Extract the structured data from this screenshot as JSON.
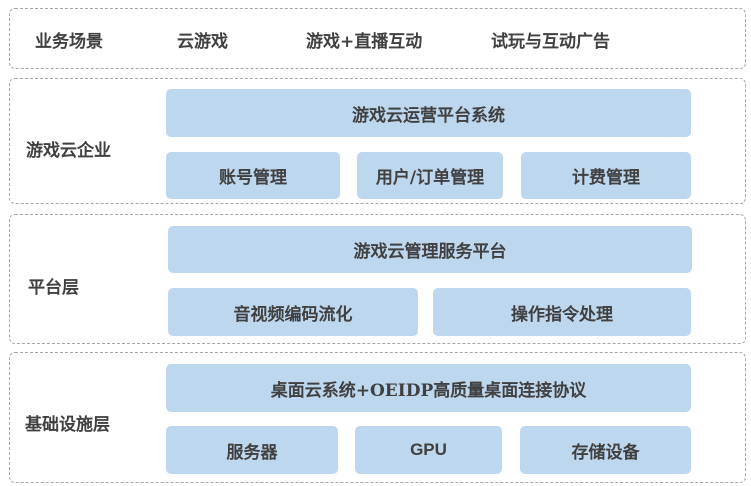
{
  "scenarios": {
    "label": "业务场景",
    "items": [
      "云游戏",
      "游戏+直播互动",
      "试玩与互动广告"
    ]
  },
  "enterprise": {
    "label": "游戏云企业",
    "main": "游戏云运营平台系统",
    "modules": [
      "账号管理",
      "用户/订单管理",
      "计费管理"
    ]
  },
  "platform": {
    "label": "平台层",
    "main": "游戏云管理服务平台",
    "modules": [
      "音视频编码流化",
      "操作指令处理"
    ]
  },
  "infrastructure": {
    "label": "基础设施层",
    "main": "桌面云系统+OEIDP高质量桌面连接协议",
    "modules": [
      "服务器",
      "GPU",
      "存储设备"
    ]
  },
  "colors": {
    "block": "#bdd7ee",
    "border": "#a6a6a6",
    "text": "#404040"
  }
}
